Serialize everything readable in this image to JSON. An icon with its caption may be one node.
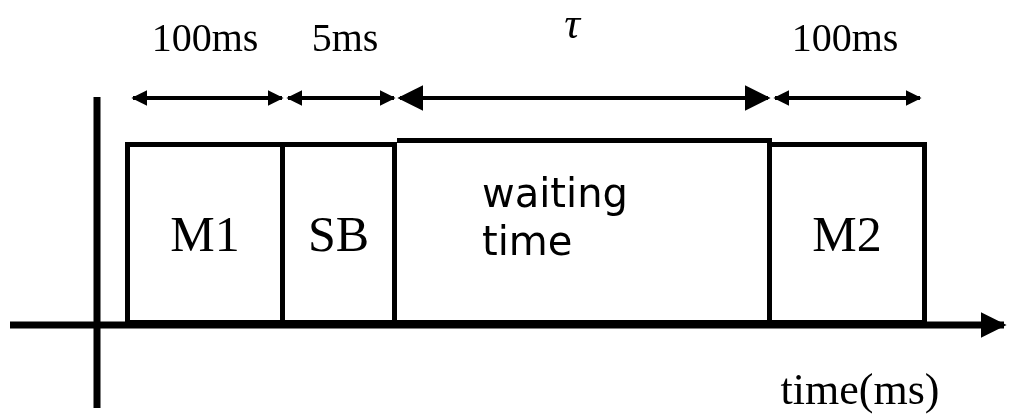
{
  "diagram": {
    "nodes": [
      {
        "text": [
          "M1"
        ]
      },
      {
        "text": [
          "SB"
        ]
      },
      {
        "text": [
          "waiting time"
        ]
      },
      {
        "text": [
          "M2"
        ]
      }
    ],
    "labels": [
      "100ms",
      "5ms",
      "τ",
      "100ms",
      "time(ms)"
    ]
  }
}
